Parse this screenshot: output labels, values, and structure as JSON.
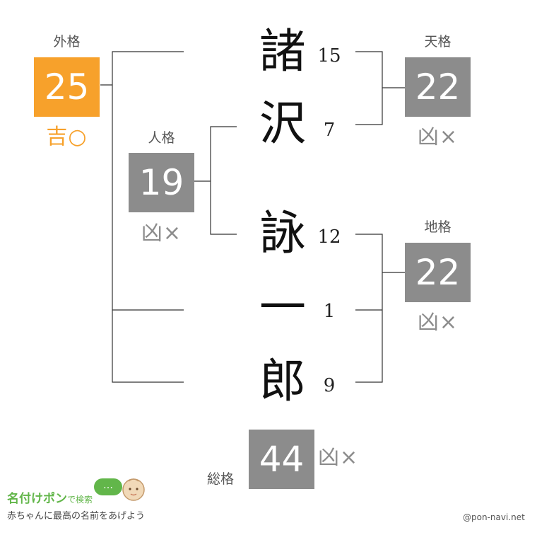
{
  "name_chars": [
    {
      "char": "諸",
      "strokes": "15"
    },
    {
      "char": "沢",
      "strokes": "7"
    },
    {
      "char": "詠",
      "strokes": "12"
    },
    {
      "char": "一",
      "strokes": "1"
    },
    {
      "char": "郎",
      "strokes": "9"
    }
  ],
  "gaikaku": {
    "label": "外格",
    "value": "25",
    "fortune": "吉○"
  },
  "jinkaku": {
    "label": "人格",
    "value": "19",
    "fortune": "凶×"
  },
  "tenkaku": {
    "label": "天格",
    "value": "22",
    "fortune": "凶×"
  },
  "chikaku": {
    "label": "地格",
    "value": "22",
    "fortune": "凶×"
  },
  "soukaku": {
    "label": "総格",
    "value": "44",
    "fortune": "凶×"
  },
  "footer": {
    "logo_main": "名付けポン",
    "logo_sub": "で検索",
    "bubble": "…",
    "tagline": "赤ちゃんに最高の名前をあげよう",
    "credit": "@pon-navi.net"
  },
  "colors": {
    "good": "#f7a12b",
    "bad": "#8c8c8c",
    "logo": "#62b64a"
  }
}
